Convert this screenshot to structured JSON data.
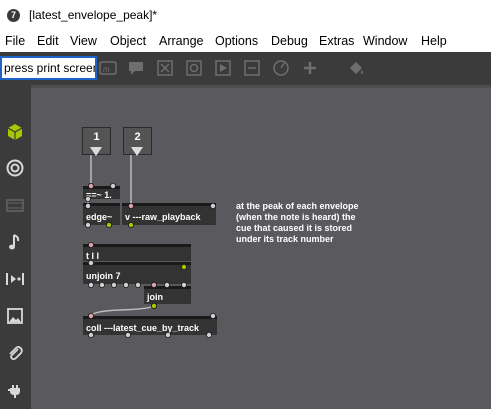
{
  "window": {
    "app_icon_glyph": "7",
    "title": "[latest_envelope_peak]*"
  },
  "menu": {
    "items": [
      "File",
      "Edit",
      "View",
      "Object",
      "Arrange",
      "Options",
      "Debug",
      "Extras",
      "Window",
      "Help"
    ]
  },
  "toolbar": {
    "input_value": "press print screen",
    "tools": [
      "message-icon",
      "comment-icon",
      "close-box-icon",
      "target-icon",
      "play-icon",
      "minus-box-icon",
      "dial-icon",
      "plus-icon",
      "paint-bucket-icon"
    ]
  },
  "sidebar": {
    "icons": [
      "cube-icon",
      "circle-target-icon",
      "film-icon",
      "music-note-icon",
      "sequence-icon",
      "image-icon",
      "paperclip-icon",
      "plug-icon"
    ]
  },
  "patch": {
    "inlet_1": "1",
    "inlet_2": "2",
    "objects": {
      "eq": "==~ 1.",
      "edge": "edge~",
      "raw_playback": "v ---raw_playback",
      "t_l_l": "t l l",
      "unjoin": "unjoin 7",
      "join": "join",
      "coll": "coll ---latest_cue_by_track"
    },
    "comment_lines": [
      "at the peak of each envelope",
      "(when the note is heard) the",
      "cue that caused it is stored",
      "under its track number"
    ]
  },
  "colors": {
    "canvas": "#5a5a5e",
    "toolbar": "#3b3b3b",
    "object": "#333333",
    "accent": "#a6c800",
    "input_border": "#1e63c8"
  }
}
